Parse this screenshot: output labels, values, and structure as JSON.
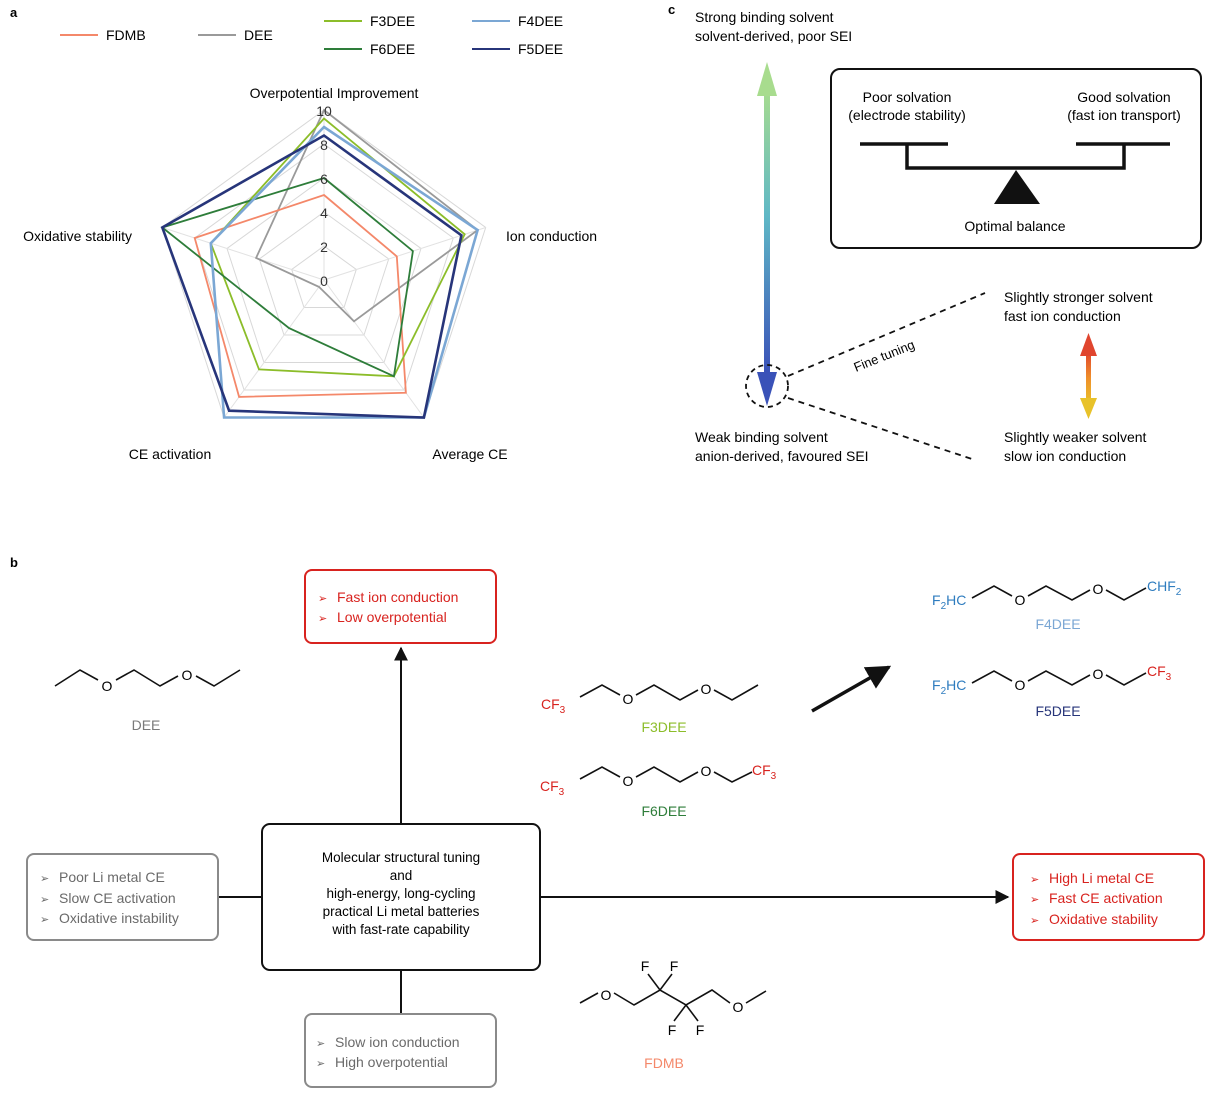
{
  "panel_labels": {
    "a": "a",
    "b": "b",
    "c": "c"
  },
  "colors": {
    "FDMB": "#f4886a",
    "DEE": "#9a9a9a",
    "F3DEE": "#8cbd2a",
    "F6DEE": "#2e7d3a",
    "F4DEE": "#7ba7d4",
    "F5DEE": "#27357a",
    "red": "#d8231f",
    "blue_chem": "#2e7cbf",
    "gray_box": "#7a7a7a"
  },
  "chart_data": {
    "type": "radar",
    "axes": [
      "Overpotential Improvement",
      "Ion conduction",
      "Average CE",
      "CE activation",
      "Oxidative stability"
    ],
    "r_ticks": [
      "0",
      "2",
      "4",
      "6",
      "8",
      "10"
    ],
    "rlim": [
      0,
      10
    ],
    "legend": [
      "FDMB",
      "DEE",
      "F3DEE",
      "F4DEE",
      "F6DEE",
      "F5DEE"
    ],
    "series": [
      {
        "name": "DEE",
        "values": [
          10,
          9.5,
          3,
          0.5,
          4.2
        ]
      },
      {
        "name": "FDMB",
        "values": [
          5,
          4.5,
          8.2,
          8.5,
          8
        ]
      },
      {
        "name": "F3DEE",
        "values": [
          9.5,
          8.7,
          7,
          6.5,
          7
        ]
      },
      {
        "name": "F6DEE",
        "values": [
          6,
          5.5,
          7,
          3.5,
          10
        ]
      },
      {
        "name": "F4DEE",
        "values": [
          9,
          9.5,
          10,
          10,
          7
        ]
      },
      {
        "name": "F5DEE",
        "values": [
          8.5,
          8.5,
          10,
          9.5,
          10
        ]
      }
    ]
  },
  "panel_b": {
    "center": [
      "Molecular structural tuning",
      "and",
      "high-energy, long-cycling",
      "practical Li metal batteries",
      "with fast-rate capability"
    ],
    "top_box": [
      "Fast ion conduction",
      "Low overpotential"
    ],
    "left_box": [
      "Poor Li metal CE",
      "Slow CE activation",
      "Oxidative instability"
    ],
    "bottom_box": [
      "Slow ion conduction",
      "High overpotential"
    ],
    "right_box": [
      "High Li metal CE",
      "Fast CE activation",
      "Oxidative stability"
    ],
    "bullet": "➢",
    "molecules": {
      "DEE": "DEE",
      "F3DEE": "F3DEE",
      "F6DEE": "F6DEE",
      "F4DEE": "F4DEE",
      "F5DEE": "F5DEE",
      "FDMB": "FDMB"
    },
    "atoms": {
      "O": "O",
      "F": "F",
      "CF": "CF",
      "three": "3",
      "two": "2",
      "F2HC_F": "F",
      "F2HC_HC": "HC",
      "CHF": "CHF"
    }
  },
  "panel_c": {
    "strong_title": "Strong binding solvent",
    "strong_sub": "solvent-derived, poor SEI",
    "weak_title": "Weak binding solvent",
    "weak_sub": "anion-derived, favoured SEI",
    "poor_solv": "Poor solvation",
    "poor_solv_sub": "(electrode stability)",
    "good_solv": "Good solvation",
    "good_solv_sub": "(fast ion transport)",
    "optimal": "Optimal balance",
    "fine_tuning": "Fine tuning",
    "stronger": "Slightly stronger solvent",
    "stronger_sub": "fast ion conduction",
    "weaker": "Slightly weaker solvent",
    "weaker_sub": "slow ion conduction"
  }
}
